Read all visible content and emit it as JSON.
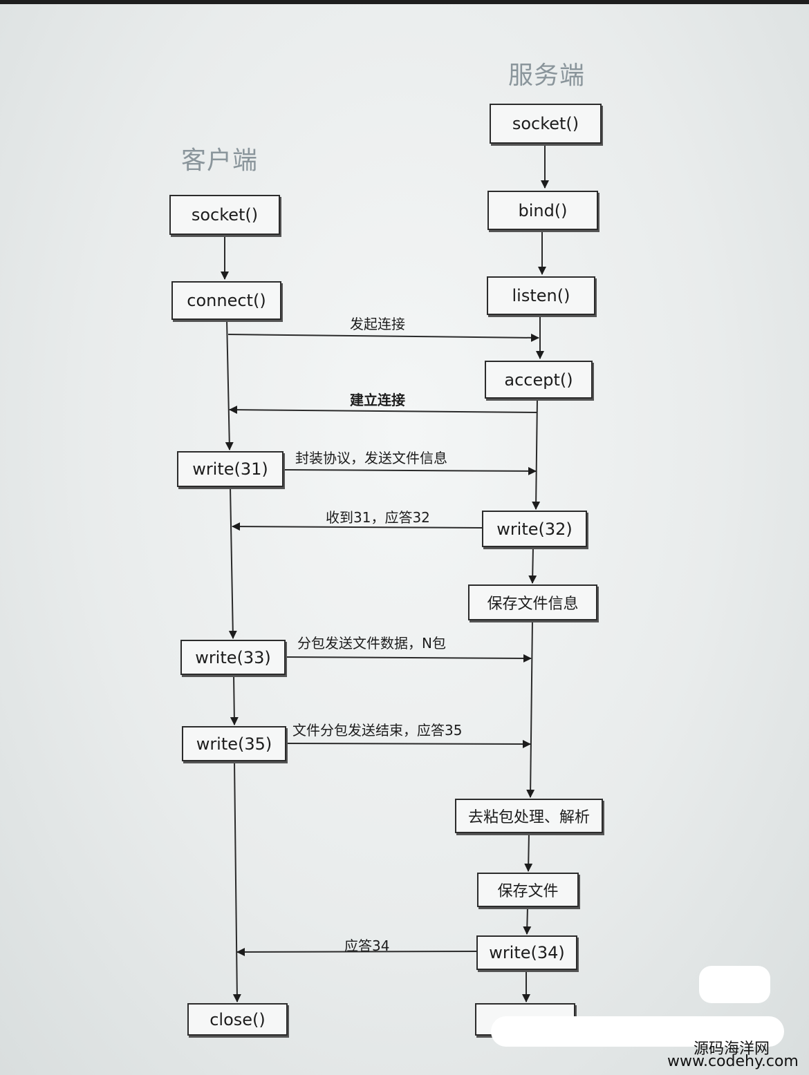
{
  "titles": {
    "server": "服务端",
    "client": "客户端"
  },
  "server_boxes": [
    "socket()",
    "bind()",
    "listen()",
    "accept()",
    "write(32)",
    "保存文件信息",
    "去粘包处理、解析",
    "保存文件",
    "write(34)"
  ],
  "client_boxes": [
    "socket()",
    "connect()",
    "write(31)",
    "write(33)",
    "write(35)",
    "close()"
  ],
  "messages": [
    "发起连接",
    "建立连接",
    "封装协议，发送文件信息",
    "收到31，应答32",
    "分包发送文件数据，N包",
    "文件分包发送结束，应答35",
    "应答34"
  ],
  "watermark": {
    "name": "源码海洋网",
    "url": "www.codehy.com"
  }
}
